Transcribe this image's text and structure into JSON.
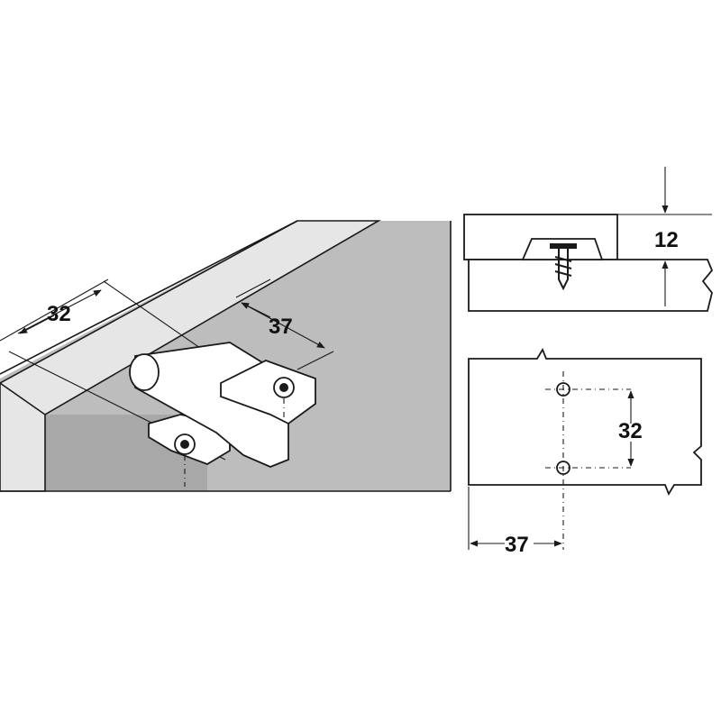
{
  "perspective_view": {
    "dim_spacing": "32",
    "dim_edge_offset": "37"
  },
  "side_view": {
    "dim_thickness": "12"
  },
  "plan_view": {
    "dim_spacing": "32",
    "dim_edge_offset": "37"
  },
  "colors": {
    "wall_gray": "#bdbdbd",
    "cabinet_dark": "#9e9e9e",
    "panel_light": "#e6e6e6",
    "line": "#1a1a1a"
  }
}
